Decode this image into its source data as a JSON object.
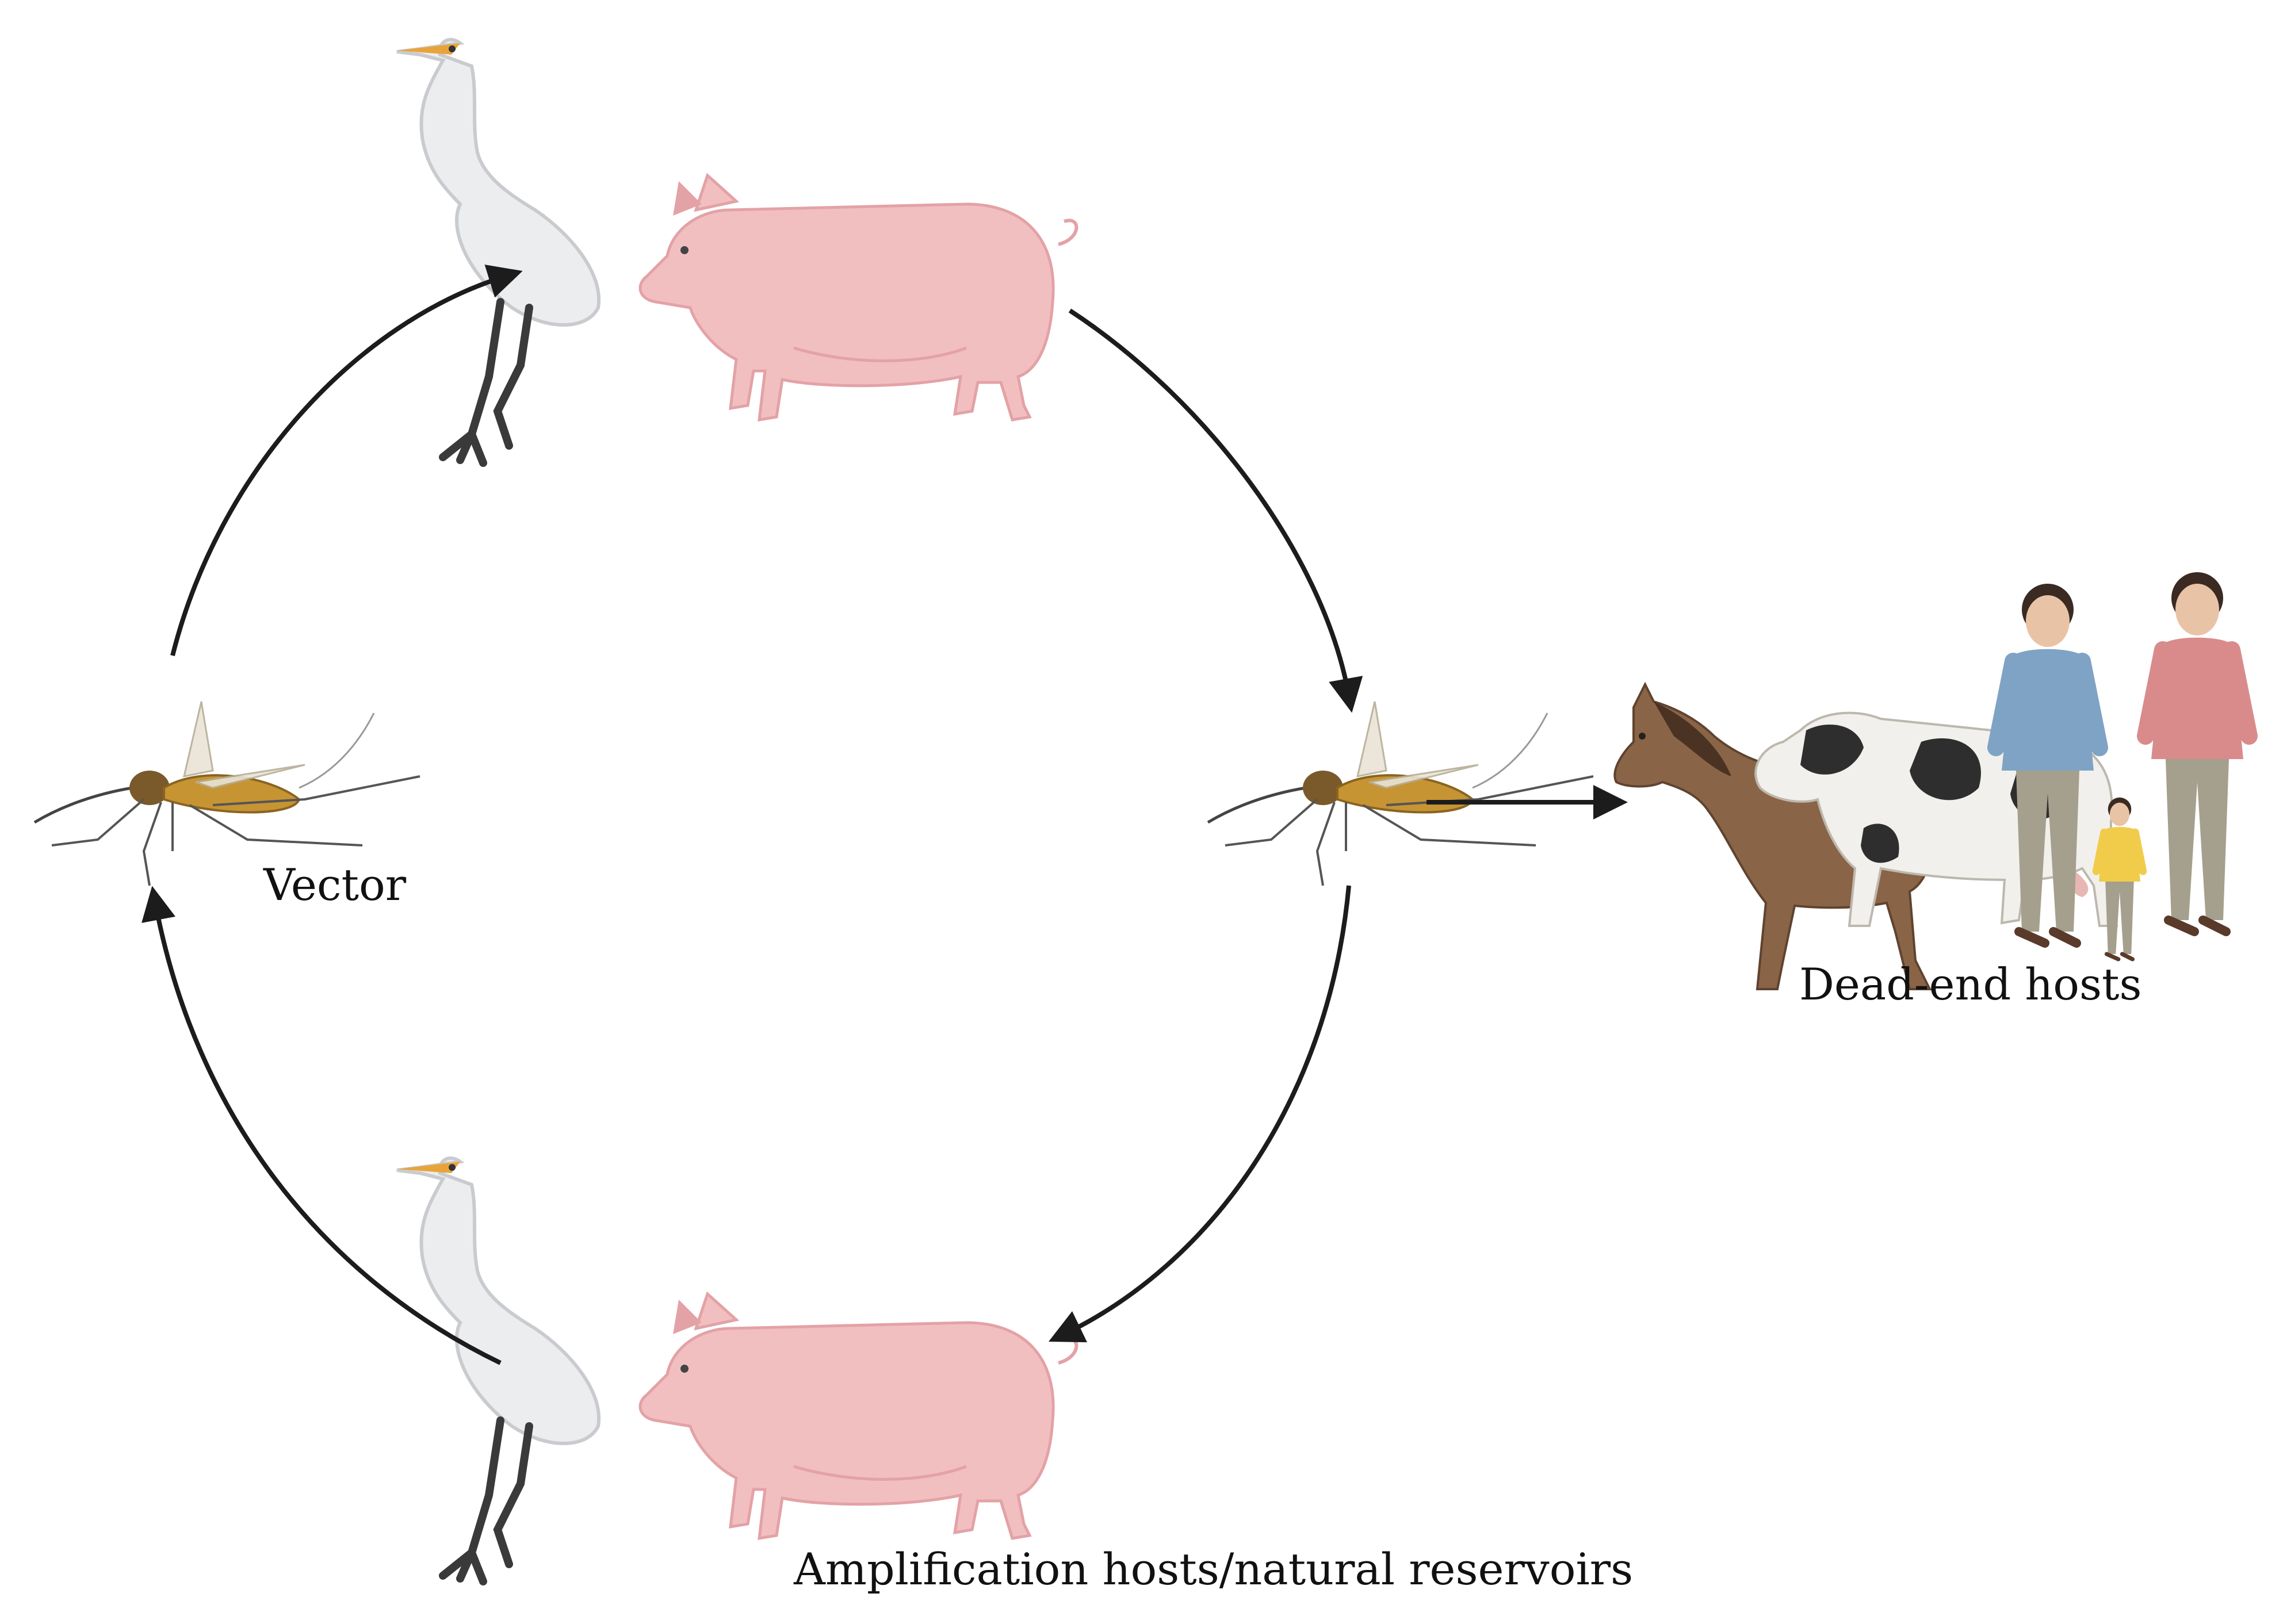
{
  "labels": {
    "vector": "Vector",
    "dead_end": "Dead-end hosts",
    "amplification": "Amplification hosts/natural reservoirs"
  },
  "colors": {
    "arrow": "#1c1c1c",
    "pig": "#f2bfc0",
    "pig_shade": "#e3a2a6",
    "egret": "#ecedef",
    "egret_beak": "#e8a43a",
    "mosquito_body": "#c79433",
    "horse": "#8a6446",
    "cow_spot": "#2e2e2e",
    "cow_white": "#f2f0ec"
  },
  "icons": [
    "egret-icon",
    "pig-icon",
    "mosquito-icon",
    "horse-icon",
    "cow-icon",
    "person-icon"
  ]
}
